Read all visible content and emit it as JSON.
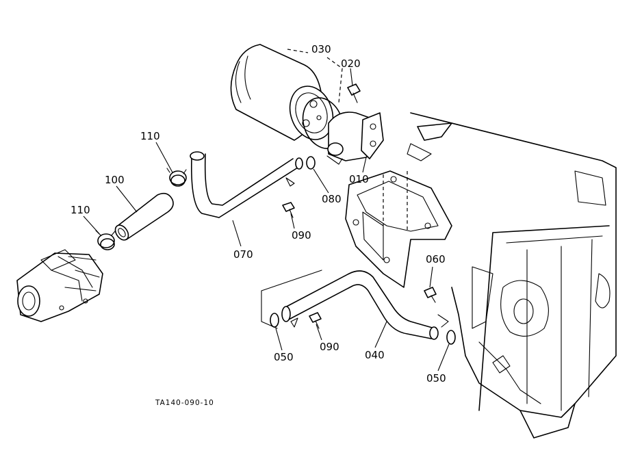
{
  "callouts": {
    "p010": "010",
    "p020": "020",
    "p030": "030",
    "p040": "040",
    "p050a": "050",
    "p050b": "050",
    "p060": "060",
    "p070": "070",
    "p080": "080",
    "p090a": "090",
    "p090b": "090",
    "p100": "100",
    "p110a": "110",
    "p110b": "110"
  },
  "drawing_code": "TA140-090-10"
}
